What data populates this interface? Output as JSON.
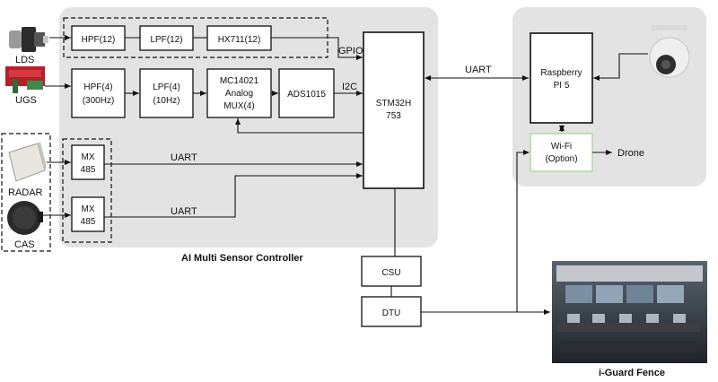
{
  "panels": {
    "controller_caption": "AI Multi Sensor Controller",
    "iguard_caption": "i-Guard Fence"
  },
  "sensors": {
    "lds": "LDS",
    "ugs": "UGS",
    "radar": "RADAR",
    "cas": "CAS"
  },
  "blocks": {
    "hpf12": "HPF(12)",
    "lpf12": "LPF(12)",
    "hx711": "HX711(12)",
    "hpf4_l1": "HPF(4)",
    "hpf4_l2": "(300Hz)",
    "lpf4_l1": "LPF(4)",
    "lpf4_l2": "(10Hz)",
    "mux_l1": "MC14021",
    "mux_l2": "Analog",
    "mux_l3": "MUX(4)",
    "ads": "ADS1015",
    "mx1_l1": "MX",
    "mx1_l2": "485",
    "mx2_l1": "MX",
    "mx2_l2": "485",
    "stm_l1": "STM32H",
    "stm_l2": "753",
    "csu": "CSU",
    "dtu": "DTU",
    "rpi_l1": "Raspberry",
    "rpi_l2": "PI 5",
    "wifi_l1": "Wi-Fi",
    "wifi_l2": "(Option)"
  },
  "links": {
    "gpio": "GPIO",
    "i2c": "I2C",
    "uart_radar": "UART",
    "uart_cas": "UART",
    "uart_rpi": "UART",
    "drone": "Drone"
  },
  "colors": {
    "panel": "#e3e3e3",
    "wifi_border": "#b6d7a8",
    "line": "#111111"
  }
}
